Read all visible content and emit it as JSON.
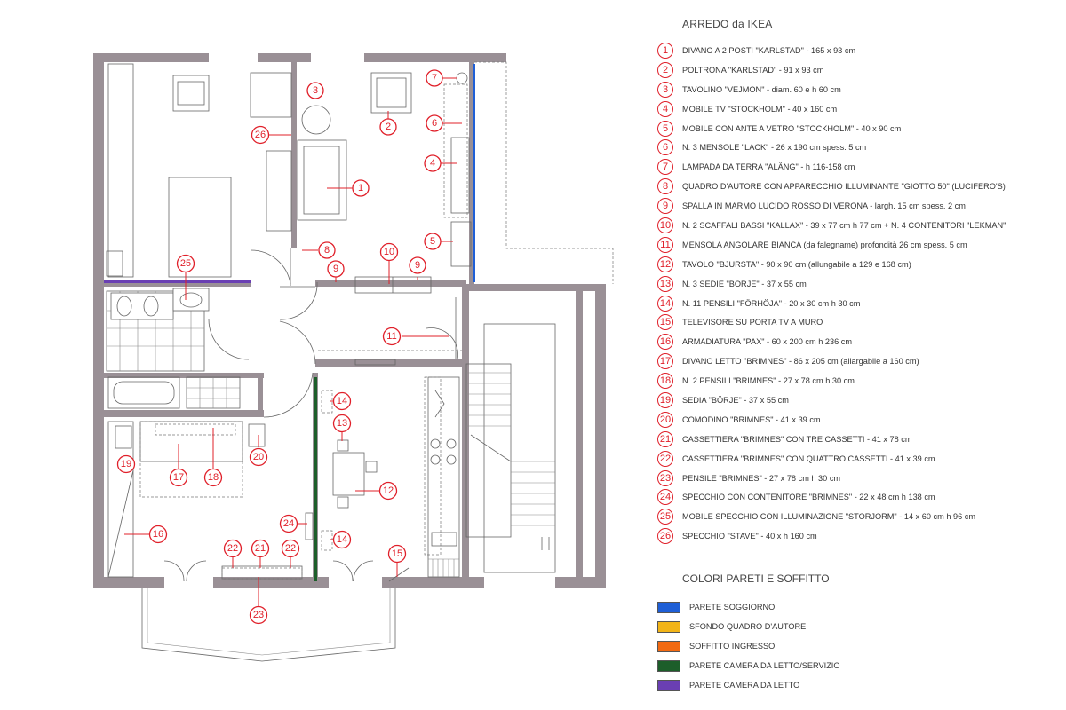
{
  "legend_title": "ARREDO da IKEA",
  "furniture": [
    {
      "num": "1",
      "text": "DIVANO A 2 POSTI \"KARLSTAD\" - 165 x 93 cm"
    },
    {
      "num": "2",
      "text": "POLTRONA \"KARLSTAD\" - 91 x 93 cm"
    },
    {
      "num": "3",
      "text": "TAVOLINO \"VEJMON\" - diam. 60 e h 60 cm"
    },
    {
      "num": "4",
      "text": "MOBILE TV \"STOCKHOLM\" - 40 x 160 cm"
    },
    {
      "num": "5",
      "text": "MOBILE CON ANTE A VETRO \"STOCKHOLM\" - 40 x 90 cm"
    },
    {
      "num": "6",
      "text": "N. 3 MENSOLE \"LACK\" - 26 x 190 cm spess. 5 cm"
    },
    {
      "num": "7",
      "text": "LAMPADA DA TERRA \"ALÄNG\" - h 116-158 cm"
    },
    {
      "num": "8",
      "text": "QUADRO D'AUTORE CON APPARECCHIO ILLUMINANTE \"GIOTTO 50\" (LUCIFERO'S)"
    },
    {
      "num": "9",
      "text": "SPALLA IN MARMO LUCIDO ROSSO DI VERONA - largh. 15 cm spess. 2 cm"
    },
    {
      "num": "10",
      "text": "N. 2 SCAFFALI BASSI \"KALLAX\" - 39 x 77 cm h 77 cm + N. 4 CONTENITORI \"LEKMAN\""
    },
    {
      "num": "11",
      "text": "MENSOLA ANGOLARE BIANCA (da falegname) profondità 26 cm spess. 5 cm"
    },
    {
      "num": "12",
      "text": "TAVOLO \"BJURSTA\" - 90 x 90 cm (allungabile a 129 e 168 cm)"
    },
    {
      "num": "13",
      "text": "N. 3 SEDIE \"BÖRJE\" - 37 x 55 cm"
    },
    {
      "num": "14",
      "text": "N. 11 PENSILI \"FÖRHÖJA\" - 20 x 30 cm h 30 cm"
    },
    {
      "num": "15",
      "text": "TELEVISORE SU PORTA TV A MURO"
    },
    {
      "num": "16",
      "text": "ARMADIATURA \"PAX\" - 60 x 200 cm h 236 cm"
    },
    {
      "num": "17",
      "text": "DIVANO LETTO \"BRIMNES\" - 86 x 205 cm (allargabile a 160 cm)"
    },
    {
      "num": "18",
      "text": "N. 2 PENSILI \"BRIMNES\" - 27 x 78 cm h 30 cm"
    },
    {
      "num": "19",
      "text": "SEDIA \"BÖRJE\" - 37 x 55 cm"
    },
    {
      "num": "20",
      "text": "COMODINO \"BRIMNES\" - 41 x 39 cm"
    },
    {
      "num": "21",
      "text": "CASSETTIERA \"BRIMNES\" CON TRE CASSETTI - 41 x 78 cm"
    },
    {
      "num": "22",
      "text": "CASSETTIERA \"BRIMNES\" CON QUATTRO CASSETTI - 41 x 39 cm"
    },
    {
      "num": "23",
      "text": "PENSILE \"BRIMNES\" - 27 x 78 cm h 30 cm"
    },
    {
      "num": "24",
      "text": "SPECCHIO CON CONTENITORE \"BRIMNES\" - 22 x 48 cm h 138 cm"
    },
    {
      "num": "25",
      "text": "MOBILE SPECCHIO CON ILLUMINAZIONE \"STORJORM\" - 14 x 60 cm h 96 cm"
    },
    {
      "num": "26",
      "text": "SPECCHIO \"STAVE\" - 40 x h 160 cm"
    }
  ],
  "colors_title": "COLORI PARETI E SOFFITTO",
  "wall_colors": [
    {
      "color": "#1f5fd6",
      "label": "PARETE SOGGIORNO"
    },
    {
      "color": "#f2b418",
      "label": "SFONDO QUADRO D'AUTORE"
    },
    {
      "color": "#f26a12",
      "label": "SOFFITTO INGRESSO"
    },
    {
      "color": "#1d5e2a",
      "label": "PARETE CAMERA DA LETTO/SERVIZIO"
    },
    {
      "color": "#6a3fb3",
      "label": "PARETE CAMERA DA LETTO"
    }
  ],
  "plan_callouts": [
    "1",
    "2",
    "3",
    "4",
    "5",
    "6",
    "7",
    "8",
    "9",
    "9",
    "10",
    "11",
    "12",
    "13",
    "14",
    "14",
    "15",
    "16",
    "17",
    "18",
    "19",
    "20",
    "21",
    "22",
    "22",
    "23",
    "24",
    "25",
    "26"
  ]
}
